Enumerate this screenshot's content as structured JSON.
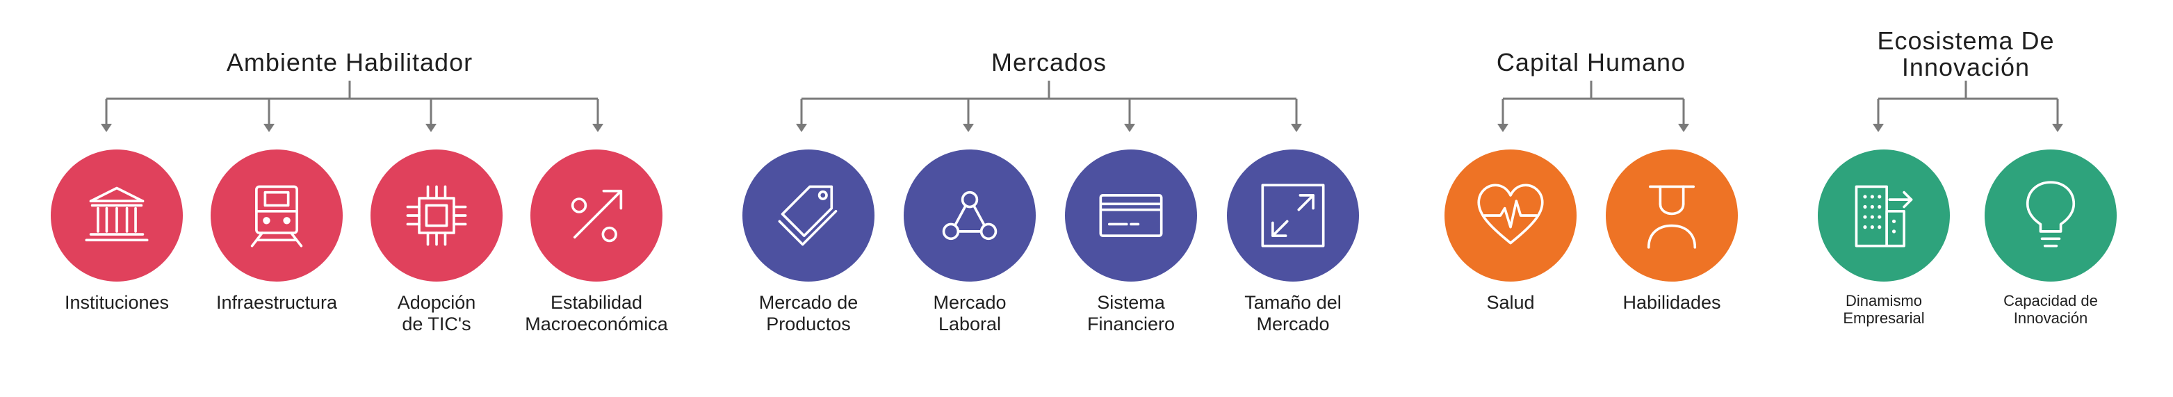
{
  "colors": {
    "ambiente": "#e0415c",
    "mercados": "#4d51a0",
    "capital": "#ee7325",
    "ecosistema": "#2ea37c",
    "bracket": "#7a7a7a"
  },
  "groups": [
    {
      "title": "Ambiente Habilitador",
      "color_key": "ambiente",
      "items": [
        {
          "label": "Instituciones",
          "icon": "bank-building-icon"
        },
        {
          "label": "Infraestructura",
          "icon": "train-icon"
        },
        {
          "label": "Adopción\nde TIC's",
          "icon": "microchip-icon"
        },
        {
          "label": "Estabilidad\nMacroeconómica",
          "icon": "percent-arrow-icon"
        }
      ]
    },
    {
      "title": "Mercados",
      "color_key": "mercados",
      "items": [
        {
          "label": "Mercado de\nProductos",
          "icon": "price-tags-icon"
        },
        {
          "label": "Mercado\nLaboral",
          "icon": "network-nodes-icon"
        },
        {
          "label": "Sistema\nFinanciero",
          "icon": "credit-card-icon"
        },
        {
          "label": "Tamaño del\nMercado",
          "icon": "expand-arrows-icon"
        }
      ]
    },
    {
      "title": "Capital Humano",
      "color_key": "capital",
      "items": [
        {
          "label": "Salud",
          "icon": "heart-pulse-icon"
        },
        {
          "label": "Habilidades",
          "icon": "graduate-icon"
        }
      ]
    },
    {
      "title": "Ecosistema De\nInnovación",
      "color_key": "ecosistema",
      "items": [
        {
          "label": "Dinamismo\nEmpresarial",
          "icon": "growth-building-icon"
        },
        {
          "label": "Capacidad de\nInnovación",
          "icon": "lightbulb-icon"
        }
      ]
    }
  ]
}
